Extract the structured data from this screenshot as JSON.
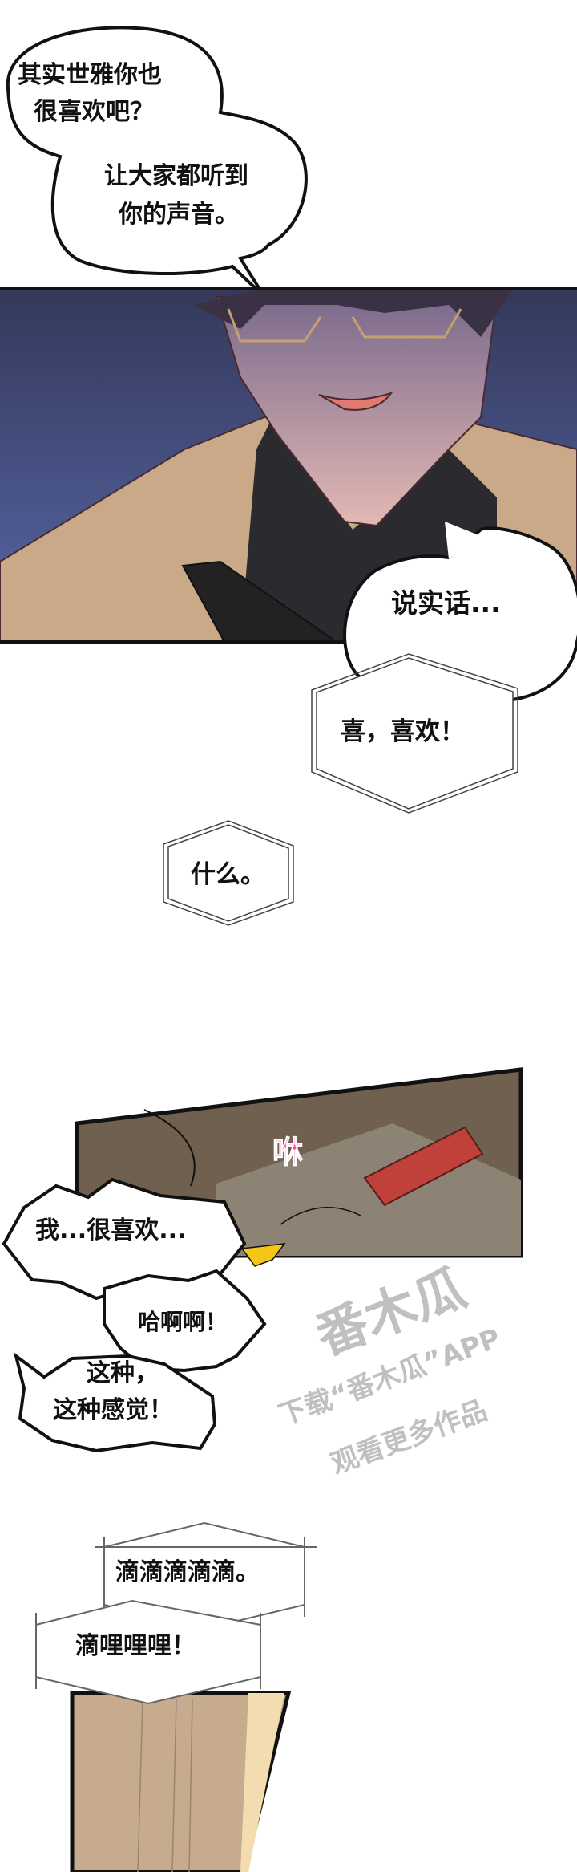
{
  "comic": {
    "bubbles": {
      "b1_line1": "其实世雅你也",
      "b1_line2": "很喜欢吧？",
      "b2_line1": "让大家都听到",
      "b2_line2": "你的声音。",
      "b3": "说实话...",
      "b4": "喜，喜欢！",
      "b5": "什么。",
      "b6": "我...很喜欢...",
      "b7": "哈啊啊！",
      "b8_line1": "这种，",
      "b8_line2": "这种感觉！",
      "b9": "滴滴滴滴滴。",
      "b10": "滴哩哩哩！"
    },
    "sfx": {
      "whoosh": "咻"
    },
    "watermark": {
      "logo": "番木瓜",
      "line1": "下载“番木瓜”APP",
      "line2": "观看更多作品"
    },
    "colors": {
      "bg_night": "#3b4468",
      "coat": "#c9a988",
      "shirt": "#2b2a2e",
      "skin": "#d7b0b0",
      "carpet": "#8c8374",
      "wall": "#6f604f",
      "phone": "#c0403a",
      "sfx_pink": "#ff3fa0",
      "door": "#c7ab8f"
    }
  }
}
